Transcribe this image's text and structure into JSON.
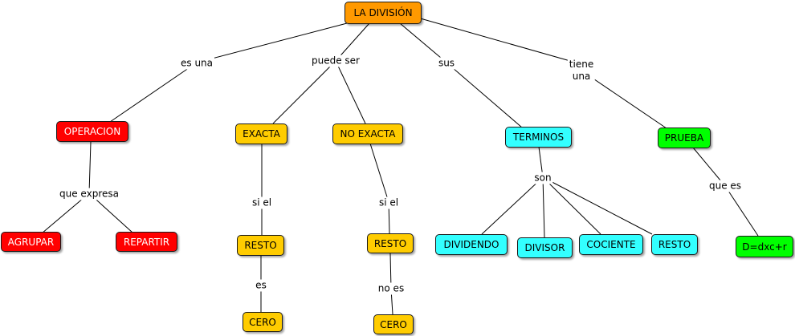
{
  "colors": {
    "root": "#ff9900",
    "operation": "#ff0000",
    "kind": "#ffcc00",
    "terms": "#33ffff",
    "proof": "#00ff00"
  },
  "nodes": {
    "root": "LA DIVISIÓN",
    "operacion": "OPERACION",
    "agrupar": "AGRUPAR",
    "repartir": "REPARTIR",
    "exacta": "EXACTA",
    "exacta_resto": "RESTO",
    "exacta_cero": "CERO",
    "no_exacta": "NO EXACTA",
    "no_exacta_resto": "RESTO",
    "no_exacta_cero": "CERO",
    "terminos": "TERMINOS",
    "dividendo": "DIVIDENDO",
    "divisor": "DIVISOR",
    "cociente": "COCIENTE",
    "resto": "RESTO",
    "prueba": "PRUEBA",
    "formula": "D=dxc+r"
  },
  "links": {
    "es_una": "es una",
    "puede_ser": "puede ser",
    "sus": "sus",
    "tiene_una": "tiene\nuna",
    "que_expresa": "que expresa",
    "si_el_1": "si el",
    "es": "es",
    "si_el_2": "si el",
    "no_es": "no es",
    "son": "son",
    "que_es": "que es"
  }
}
